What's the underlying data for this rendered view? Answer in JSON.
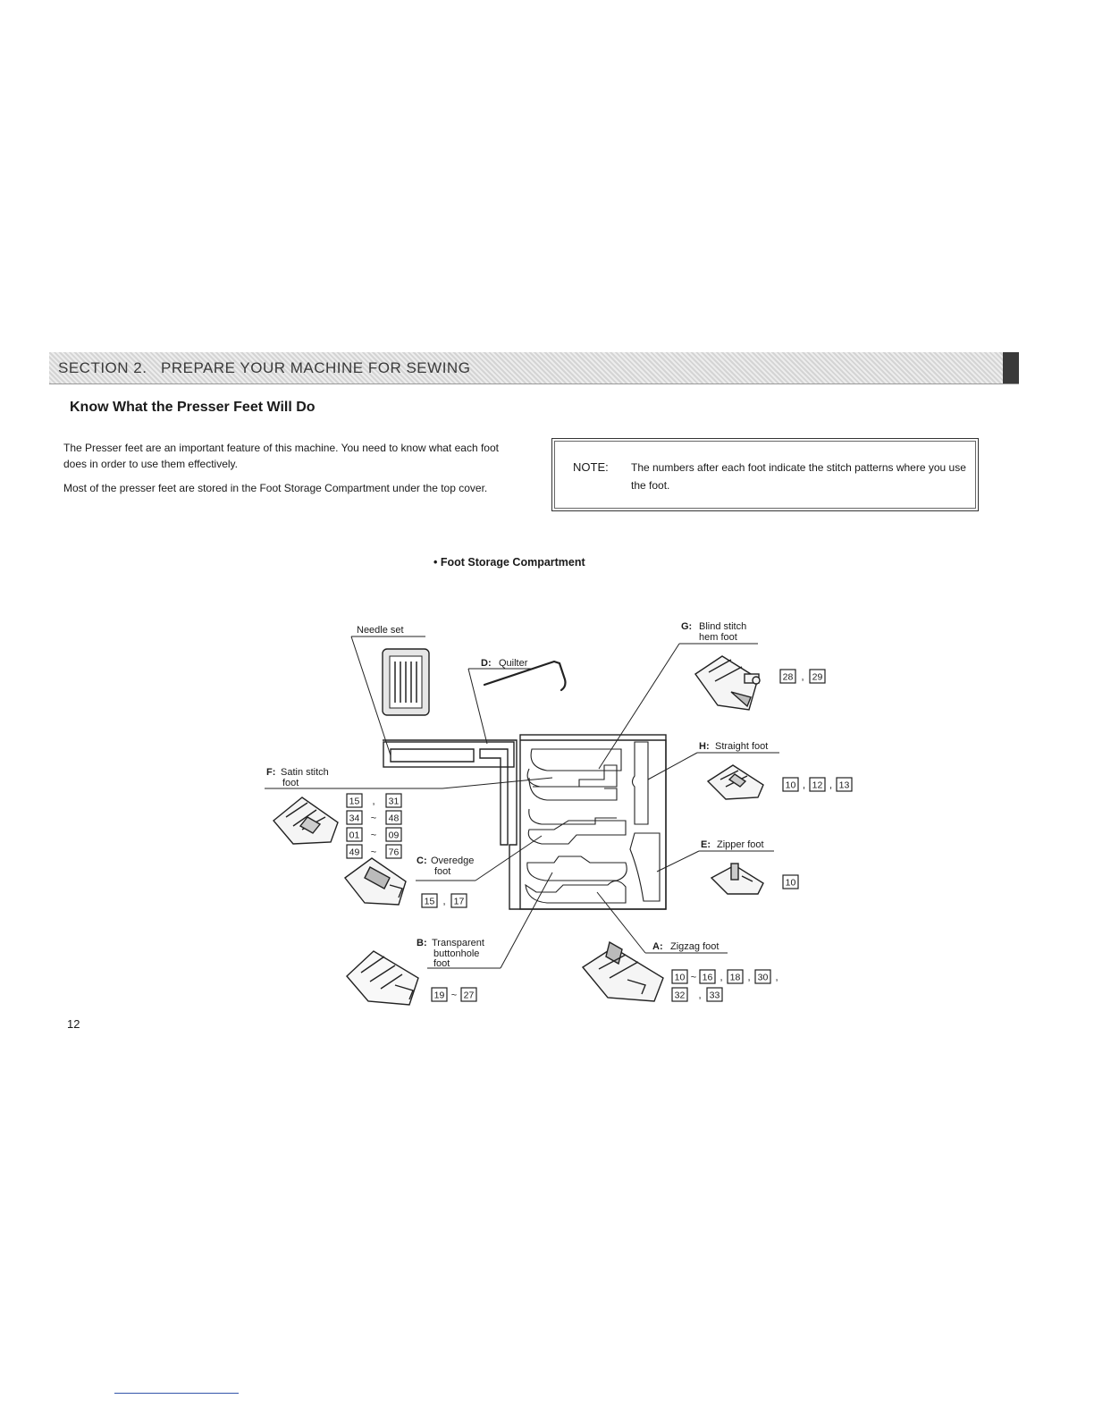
{
  "banner": {
    "section": "SECTION 2.",
    "title": "PREPARE YOUR MACHINE FOR SEWING"
  },
  "heading": "Know What the Presser Feet Will Do",
  "intro": {
    "p1": "The Presser feet are an important feature of this machine. You need to know what each foot does in order to use them effectively.",
    "p2": "Most of the presser feet are stored in the Foot Storage Compartment under the top cover."
  },
  "note": {
    "label": "NOTE:",
    "text": "The numbers after each foot indicate the stitch patterns where you use the foot."
  },
  "diagram": {
    "subheading": "Foot Storage Compartment",
    "needle_set": "Needle set",
    "quilter": {
      "letter": "D:",
      "name": "Quilter"
    },
    "blind": {
      "letter": "G:",
      "line1": "Blind stitch",
      "line2": "hem foot",
      "codes": [
        "28",
        "29"
      ],
      "sep": [
        ","
      ]
    },
    "straight": {
      "letter": "H:",
      "name": "Straight foot",
      "codes": [
        "10",
        "12",
        "13"
      ],
      "sep": [
        ",",
        ","
      ]
    },
    "satin": {
      "letter": "F:",
      "line1": "Satin stitch",
      "line2": "foot",
      "codes": [
        "15",
        "31",
        "34",
        "48",
        "01",
        "09",
        "49",
        "76"
      ],
      "sep": [
        ",",
        "~",
        "~",
        "~"
      ]
    },
    "overedge": {
      "letter": "C:",
      "line1": "Overedge",
      "line2": "foot",
      "codes": [
        "15",
        "17"
      ],
      "sep": [
        ","
      ]
    },
    "zipper": {
      "letter": "E:",
      "name": "Zipper foot",
      "codes": [
        "10"
      ]
    },
    "buttonhole": {
      "letter": "B:",
      "line1": "Transparent",
      "line2": "buttonhole",
      "line3": "foot",
      "codes": [
        "19",
        "27"
      ],
      "sep": [
        "~"
      ]
    },
    "zigzag": {
      "letter": "A:",
      "name": "Zigzag foot",
      "codes": [
        "10",
        "16",
        "18",
        "30",
        "32",
        "33"
      ],
      "sep": [
        "~",
        ",",
        ",",
        ",",
        ","
      ]
    }
  },
  "page_number": "12"
}
